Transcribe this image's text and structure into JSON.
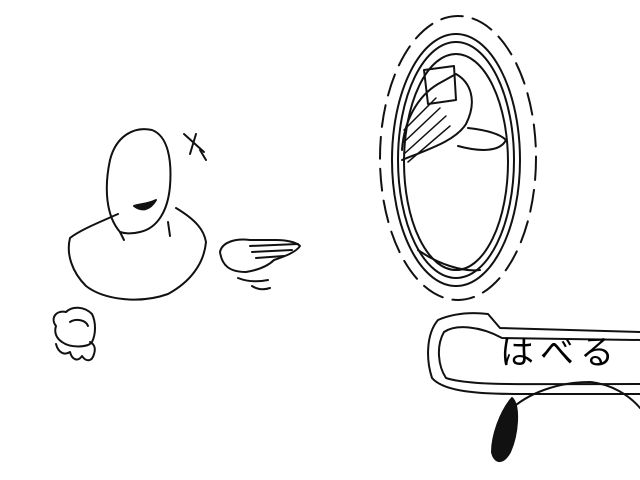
{
  "speech_bubble": {
    "text": "はべる"
  },
  "colors": {
    "ink": "#111111",
    "paper": "#ffffff"
  },
  "icons": {
    "figure": "smiling-person-sketch",
    "hand_open": "open-palm-hand-sketch",
    "hand_fist": "fist-hand-sketch",
    "mirror": "oval-mirror-sketch",
    "cord": "cord-plug-sketch"
  }
}
